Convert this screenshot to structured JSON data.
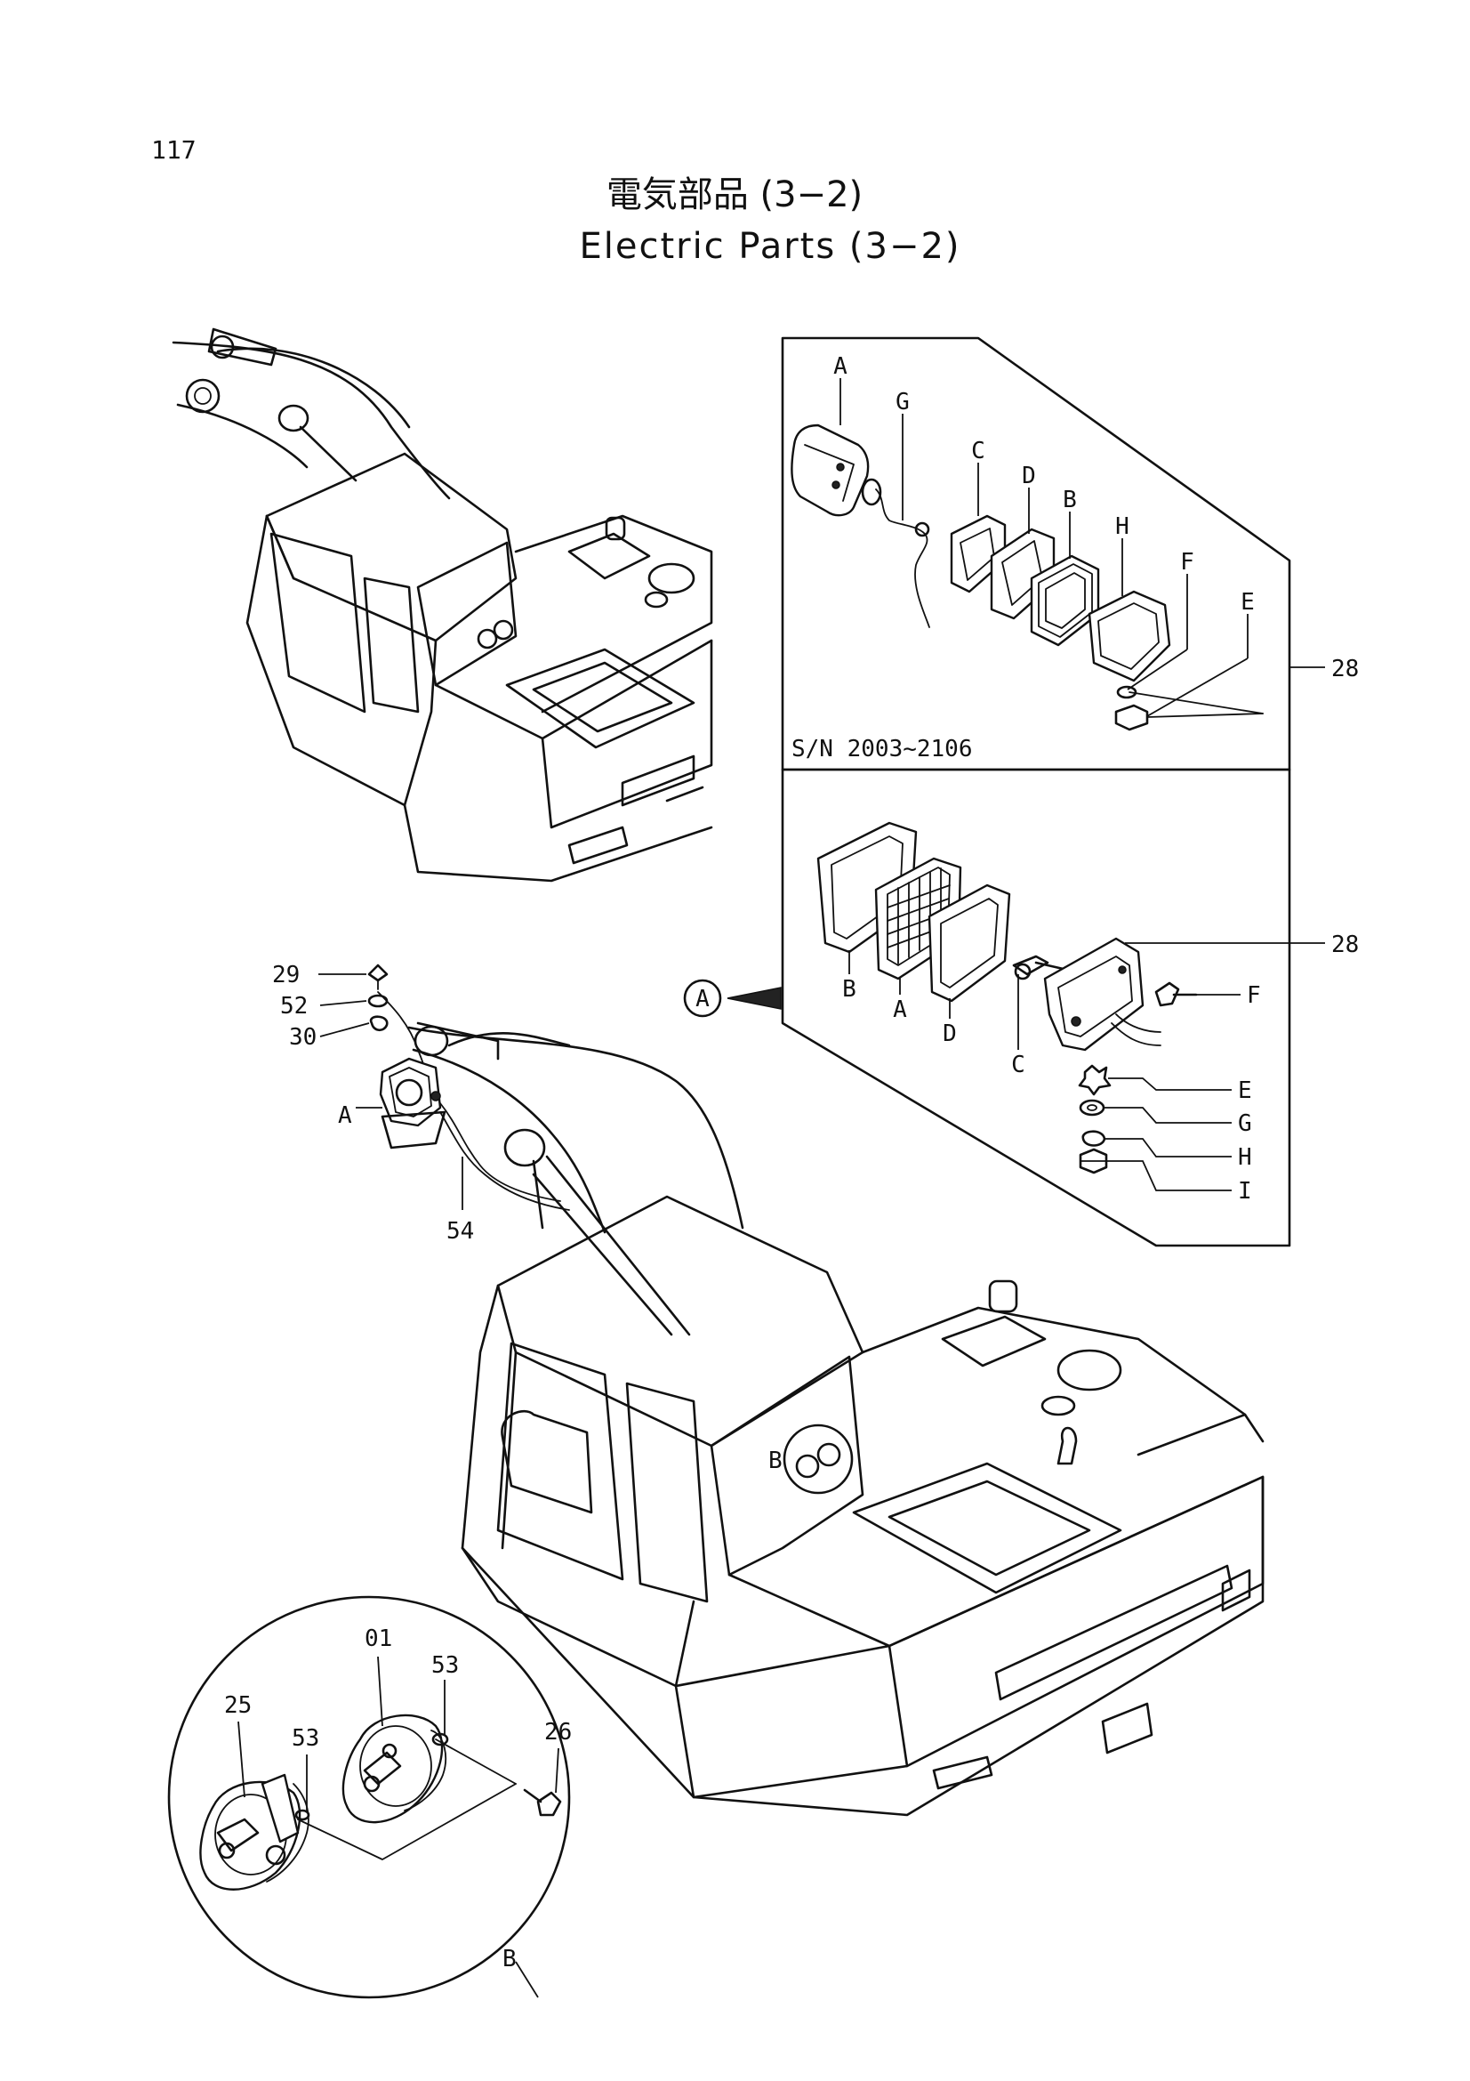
{
  "page_number": "117",
  "title_jp": "電気部品 (3−2)",
  "title_en": "Electric Parts (3−2)",
  "serial_note": "S/N 2003~2106",
  "callouts": {
    "view_a": "A",
    "view_b": "B",
    "detail_a_label": "A",
    "detail_b_label": "B"
  },
  "upper_lamp_letters": [
    "A",
    "G",
    "C",
    "D",
    "B",
    "H",
    "F",
    "E"
  ],
  "lower_lamp_letters": [
    "B",
    "A",
    "D",
    "C",
    "F",
    "E",
    "G",
    "H",
    "I"
  ],
  "part_numbers": {
    "p28_upper": "28",
    "p28_lower": "28",
    "p29": "29",
    "p52": "52",
    "p30": "30",
    "p54": "54",
    "p01": "01",
    "p53a": "53",
    "p53b": "53",
    "p25": "25",
    "p26": "26"
  }
}
